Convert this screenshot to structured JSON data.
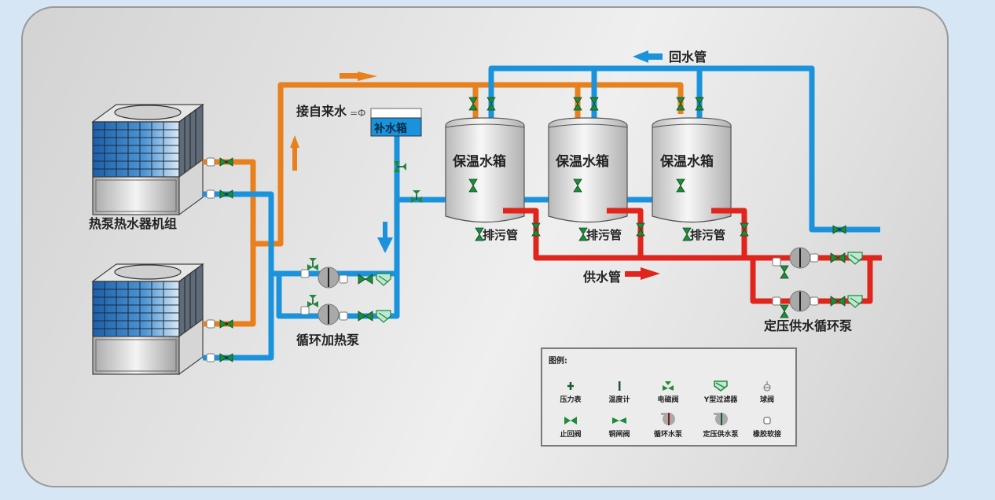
{
  "title": "热泵热水系统原理图",
  "colors": {
    "hot_pipe": "#e8801e",
    "return_pipe": "#1a93dc",
    "supply_pipe": "#e0251c",
    "valve": "#1f8a3a",
    "background": "#d6e6f4"
  },
  "labels": {
    "heat_pump_unit": "热泵热水器机组",
    "city_water": "接自来水",
    "makeup_tank": "补水箱",
    "circulation_heating_pump": "循环加热泵",
    "return_pipe": "回水管",
    "supply_pipe": "供水管",
    "constant_pressure_pump": "定压供水循环泵",
    "drain_pipe": "排污管"
  },
  "tanks": [
    {
      "label": "保温水箱",
      "drain": "排污管"
    },
    {
      "label": "保温水箱",
      "drain": "排污管"
    },
    {
      "label": "保温水箱",
      "drain": "排污管"
    }
  ],
  "legend": {
    "title": "图例:",
    "items": [
      {
        "icon": "pressure-gauge-icon",
        "label": "压力表"
      },
      {
        "icon": "thermometer-icon",
        "label": "温度计"
      },
      {
        "icon": "solenoid-valve-icon",
        "label": "电磁阀"
      },
      {
        "icon": "y-strainer-icon",
        "label": "Y型过滤器"
      },
      {
        "icon": "ball-valve-icon",
        "label": "球阀"
      },
      {
        "icon": "check-valve-icon",
        "label": "止回阀"
      },
      {
        "icon": "gate-valve-icon",
        "label": "铜闸阀"
      },
      {
        "icon": "circulation-pump-icon",
        "label": "循环水泵"
      },
      {
        "icon": "constant-pressure-pump-icon",
        "label": "定压供水泵"
      },
      {
        "icon": "rubber-joint-icon",
        "label": "橡胶软接"
      }
    ]
  }
}
